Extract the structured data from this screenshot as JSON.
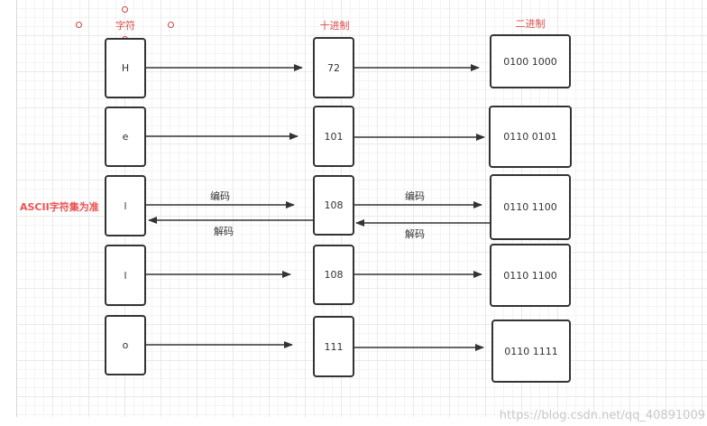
{
  "headers": {
    "char": "字符",
    "decimal": "十进制",
    "binary": "二进制"
  },
  "side_label": "ASCII字符集为准",
  "rows": [
    {
      "char": "H",
      "decimal": "72",
      "binary": "0100 1000"
    },
    {
      "char": "e",
      "decimal": "101",
      "binary": "0110 0101"
    },
    {
      "char": "l",
      "decimal": "108",
      "binary": "0110 1100"
    },
    {
      "char": "l",
      "decimal": "108",
      "binary": "0110 1100"
    },
    {
      "char": "o",
      "decimal": "111",
      "binary": "0110 1111"
    }
  ],
  "arrow_labels": {
    "encode": "编码",
    "decode": "解码"
  },
  "watermark": "https://blog.csdn.net/qq_40891009",
  "colors": {
    "label_red": "#e04a4a",
    "stroke": "#333333"
  }
}
